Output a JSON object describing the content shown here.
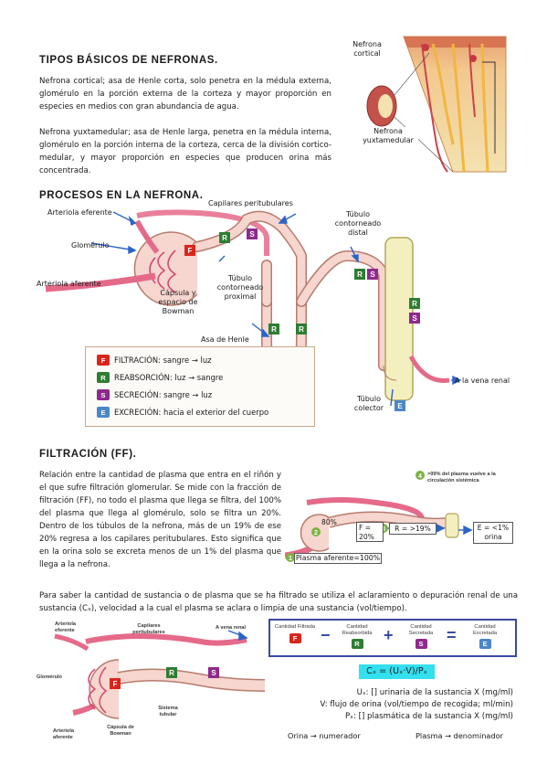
{
  "colors": {
    "filtration": "#d9261c",
    "reabsorption": "#2e7d32",
    "secretion": "#8e2a8c",
    "excretion": "#4a86c8",
    "tubule_fill": "#f6d6cf",
    "tubule_stroke": "#b77b6e",
    "collector_fill": "#f3efbf",
    "arrow": "#2b64c8"
  },
  "sec1": {
    "title": "TIPOS BÁSICOS DE NEFRONAS.",
    "p1": "Nefrona cortical; asa de Henle corta, solo penetra en la médula externa, glomérulo en la porción externa de la corteza y mayor proporción en especies en medios con gran abundancia de agua.",
    "p2": "Nefrona yuxtamedular; asa de Henle larga, penetra en la médula interna, glomérulo en la porción interna de la corteza, cerca de la división cortico-medular, y mayor proporción en especies que producen orina más concentrada.",
    "img_label_cortical": "Nefrona cortical",
    "img_label_yuxta": "Nefrona yuxtamedular"
  },
  "sec2": {
    "title": "PROCESOS EN LA NEFRONA.",
    "labels": {
      "arteriola_eferente": "Arteriola eferente",
      "glomerulo": "Glomérulo",
      "arteriola_aferente": "Arteriola aferente",
      "capilares": "Capilares peritubulares",
      "capsula": "Cápsula y espacio de Bowman",
      "tcp": "Túbulo contorneado proximal",
      "tcd": "Túbulo contorneado distal",
      "asa": "Asa de Henle",
      "vena": "A la vena renal",
      "colector": "Túbulo colector"
    },
    "legend": [
      {
        "key": "F",
        "text": "FILTRACIÓN: sangre → luz",
        "color": "#d9261c"
      },
      {
        "key": "R",
        "text": "REABSORCIÓN: luz → sangre",
        "color": "#2e7d32"
      },
      {
        "key": "S",
        "text": "SECRECIÓN: sangre → luz",
        "color": "#8e2a8c"
      },
      {
        "key": "E",
        "text": "EXCRECIÓN: hacia el exterior del cuerpo",
        "color": "#4a86c8"
      }
    ],
    "chips": {
      "f": "F",
      "r": "R",
      "s": "S",
      "e": "E"
    }
  },
  "sec3": {
    "title": "FILTRACIÓN (FF).",
    "p1": "Relación entre la cantidad de plasma que entra en el riñón y el que sufre filtración glomerular. Se mide con la fracción de filtración (FF), no todo el plasma que llega se filtra, del 100% del plasma que llega al glomérulo, solo se filtra un 20%. Dentro de los túbulos de la nefrona, más de un 19% de ese 20% regresa a los capilares peritubulares. Esto significa que en la orina solo se excreta menos de un 1% del plasma que llega a la nefrona.",
    "diag": {
      "top": ">99% del plasma vuelve a la circulación sistémica",
      "pct80": "80%",
      "f20": "F = 20%",
      "r19": "R = >19%",
      "e1": "E = <1% orina",
      "aferente": "Plasma aferente=100%",
      "n1": "1",
      "n2": "2",
      "n3": "3",
      "n4": "4"
    },
    "p2": "Para saber la cantidad de sustancia o de plasma que se ha filtrado se utiliza el aclaramiento o depuración renal de una sustancia (Cₓ), velocidad a la cual el plasma se aclara o limpia de una sustancia (vol/tiempo)."
  },
  "sec4": {
    "labels": {
      "arteriola_eferente": "Arteriola eferente",
      "capilares": "Capilares peritubulares",
      "vena": "A vena renal",
      "glomerulo": "Glomérulo",
      "sistema": "Sistema tubular",
      "arteriola_aferente": "Arteriola aferente",
      "capsula": "Cápsula de Bowman"
    },
    "formula": {
      "filtrada": "Cantidad Filtrada",
      "reabsorbida": "Cantidad Reabsorbida",
      "secretada": "Cantidad Secretada",
      "excretada": "Cantidad Excretada",
      "minus": "−",
      "plus": "+",
      "equals": "="
    },
    "cx": "Cₓ = (Uₓ·V)/Pₓ",
    "defs": [
      "Uₓ: [] urinaria de la sustancia X (mg/ml)",
      "V: flujo de orina (vol/tiempo de recogida; ml/min)",
      "Pₓ: [] plasmática de la sustancia X (mg/ml)"
    ],
    "orina": "Orina → numerador",
    "plasma": "Plasma → denominador"
  }
}
